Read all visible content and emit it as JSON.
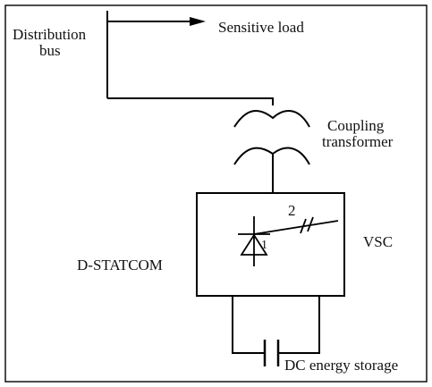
{
  "labels": {
    "distribution_bus_line1": "Distribution",
    "distribution_bus_line2": "bus",
    "sensitive_load": "Sensitive load",
    "coupling_transformer_line1": "Coupling",
    "coupling_transformer_line2": "transformer",
    "switch_terminal_2": "2",
    "switch_terminal_1": "1",
    "vsc": "VSC",
    "d_statcom": "D-STATCOM",
    "dc_energy_storage": "DC energy storage"
  }
}
